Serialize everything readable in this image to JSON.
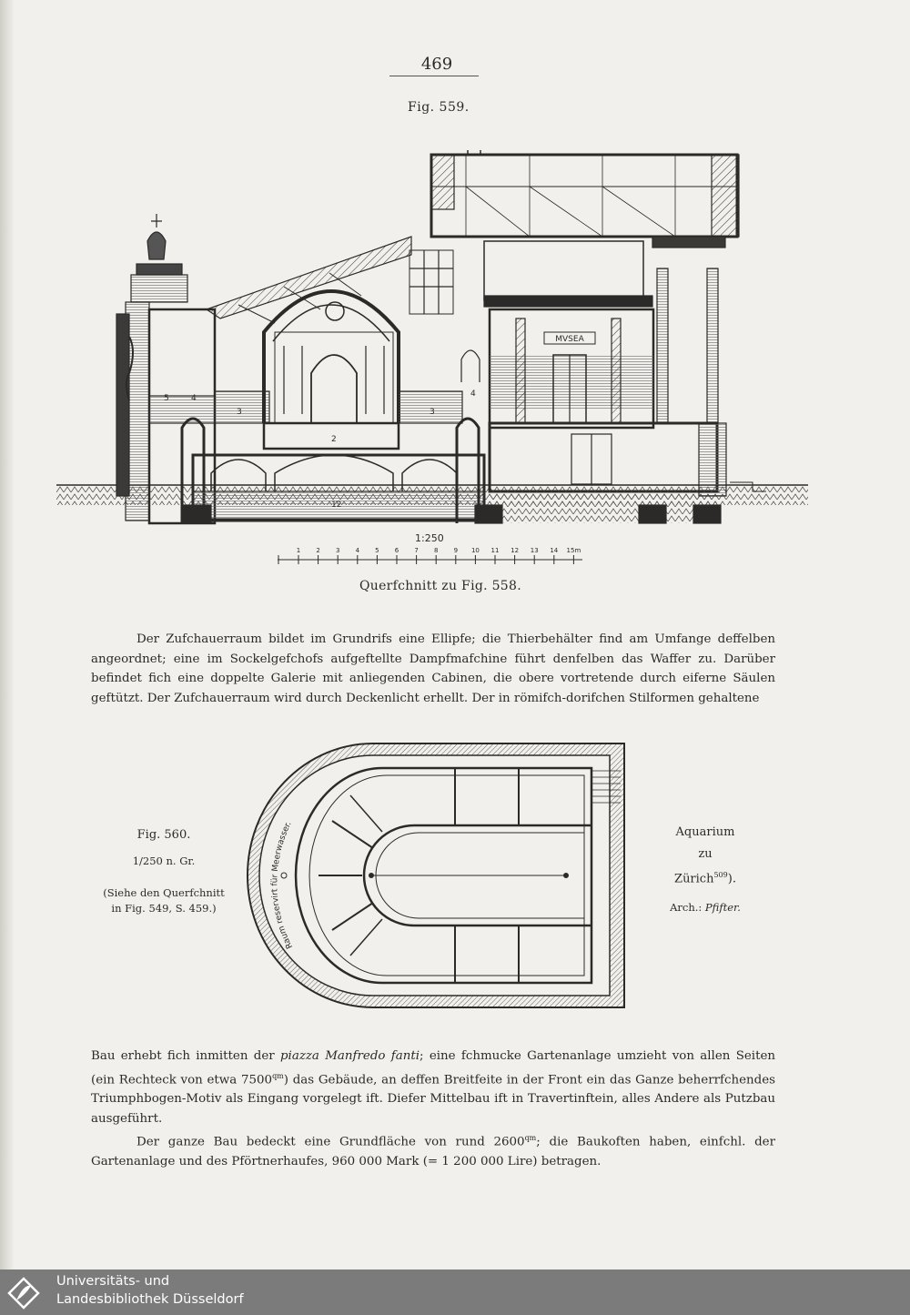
{
  "page_number": "469",
  "fig559": {
    "caption": "Fig. 559.",
    "sign_label": "MVSEA",
    "room_labels": [
      "5",
      "4",
      "3",
      "2",
      "3",
      "4",
      "12"
    ],
    "scale": "1:250",
    "scale_ticks": [
      "1",
      "2",
      "3",
      "4",
      "5",
      "6",
      "7",
      "8",
      "9",
      "10",
      "11",
      "12",
      "13",
      "14",
      "15m"
    ],
    "subcaption": "Querfchnitt zu Fig. 558."
  },
  "paragraph1": "Der Zufchauerraum bildet im Grundrifs eine Ellipfe; die Thierbehälter find am Umfange deffelben angeordnet; eine im Sockelgefchofs aufgeftellte Dampfmafchine führt denfelben das Waffer zu. Darüber befindet fich eine doppelte Galerie mit anliegenden Cabinen, die obere vortretende durch eiferne Säulen geftützt. Der Zufchauerraum wird durch Deckenlicht erhellt. Der in römifch-dorifchen Stilformen gehaltene",
  "fig560": {
    "caption": "Fig. 560.",
    "scale_note": "1/250 n. Gr.",
    "ref_line1": "(Siehe den Querfchnitt",
    "ref_line2": "in Fig. 549, S. 459.)",
    "plan_label": "Raum reservirt für Meerwasser."
  },
  "aquarium": {
    "line1": "Aquarium",
    "line2": "zu",
    "line3": "Zürich",
    "footnote": "509",
    "close": ").",
    "arch_prefix": "Arch.:",
    "architect": "Pfifter."
  },
  "paragraph2": {
    "part1": "Bau erhebt fich inmitten der",
    "place": "piazza Manfredo fanti",
    "part2": "; eine fchmucke Gartenanlage umzieht von allen Seiten (ein Rechteck von etwa 7500",
    "unit1": "qm",
    "part3": ") das Gebäude, an deffen Breitfeite in der Front ein das Ganze beherrfchendes Triumphbogen-Motiv als Eingang vorgelegt ift. Diefer Mittelbau ift in Travertinftein, alles Andere als Putzbau ausgeführt.",
    "second_part1": "Der ganze Bau bedeckt eine Grundfläche von rund 2600",
    "unit2": "qm",
    "second_part2": "; die Baukoften haben, einfchl. der Gartenanlage und des Pförtnerhaufes, 960 000 Mark (= 1 200 000 Lire) betragen."
  },
  "footer": {
    "line1": "Universitäts- und",
    "line2": "Landesbibliothek Düsseldorf"
  }
}
